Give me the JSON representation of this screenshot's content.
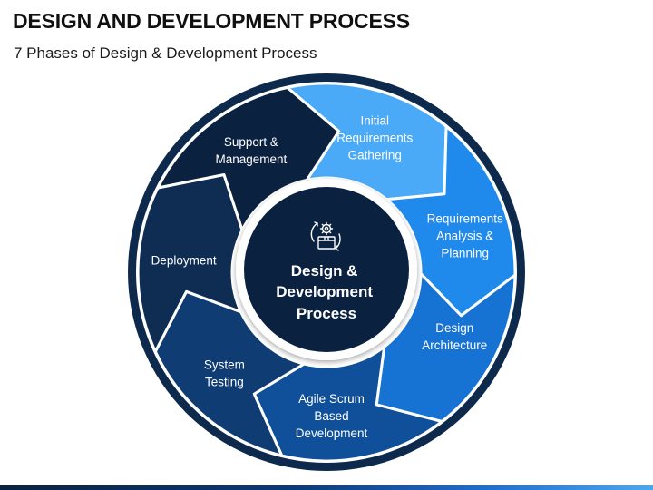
{
  "title": "DESIGN AND DEVELOPMENT PROCESS",
  "subtitle": "7 Phases of Design & Development Process",
  "center": {
    "lines": [
      "Design &",
      "Development",
      "Process"
    ],
    "icon": "gear-box-cycle-icon"
  },
  "phases": [
    {
      "lines": [
        "Initial",
        "Requirements",
        "Gathering"
      ],
      "color": "#4aaaf7"
    },
    {
      "lines": [
        "Requirements",
        "Analysis &",
        "Planning"
      ],
      "color": "#2089ec"
    },
    {
      "lines": [
        "Design",
        "Architecture"
      ],
      "color": "#1673d3"
    },
    {
      "lines": [
        "Agile Scrum",
        "Based",
        "Development"
      ],
      "color": "#10509a"
    },
    {
      "lines": [
        "System",
        "Testing"
      ],
      "color": "#103c74"
    },
    {
      "lines": [
        "Deployment"
      ],
      "color": "#0f2d52"
    },
    {
      "lines": [
        "Support &",
        "Management"
      ],
      "color": "#0b2140"
    }
  ],
  "colors": {
    "outer_ring": "#0d2a4d",
    "gap": "#ffffff",
    "hub_ring": "#ffffff",
    "hub_fill": "#0b2140"
  }
}
